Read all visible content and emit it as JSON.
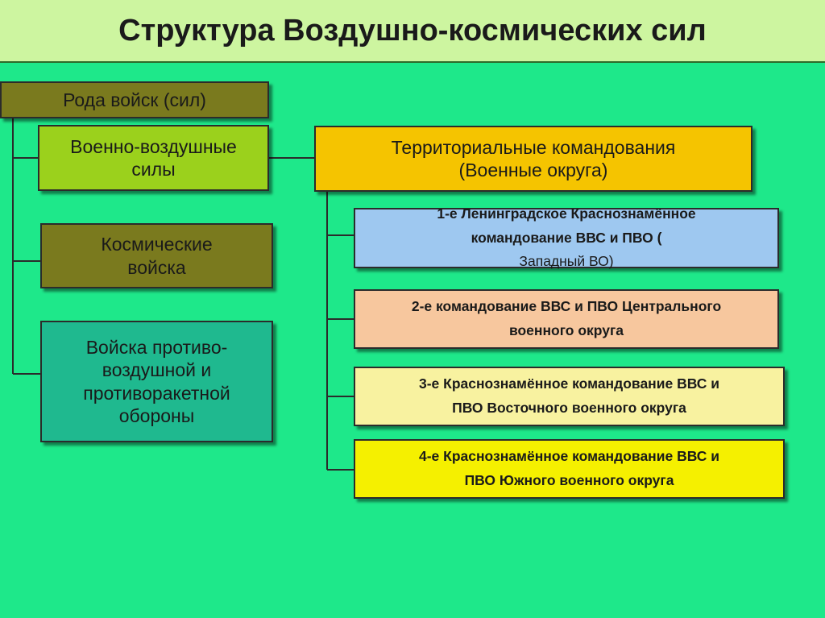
{
  "title": "Структура Воздушно-космических сил",
  "branches": {
    "header": "Рода войск (сил)",
    "items": [
      {
        "lines": [
          "Военно-воздушные",
          "силы"
        ],
        "color": "#9bd11c"
      },
      {
        "lines": [
          "Космические",
          "войска"
        ],
        "color": "#7a7a1e"
      },
      {
        "lines": [
          "Войска противо-",
          "воздушной и",
          "противоракетной",
          "обороны"
        ],
        "color": "#1fb98f"
      }
    ]
  },
  "territorial": {
    "lines": [
      "Территориальные командования",
      "(Военные округа)"
    ],
    "color": "#f5c400",
    "commands": [
      {
        "line1": "1-е Ленинградское Краснознамённое",
        "line2_bold": "командование ВВС и ПВО (",
        "line2_plain": "Западный ВО)",
        "color": "#9ec8f0"
      },
      {
        "line1": "2-е командование ВВС и ПВО Центрального",
        "line2_bold": "военного округа",
        "line2_plain": "",
        "color": "#f7c79e"
      },
      {
        "line1": "3-е Краснознамённое командование ВВС и",
        "line2_bold": "ПВО Восточного военного округа",
        "line2_plain": "",
        "color": "#f8f2a0"
      },
      {
        "line1": "4-е Краснознамённое командование ВВС и",
        "line2_bold": "ПВО Южного военного округа",
        "line2_plain": "",
        "color": "#f5f000"
      }
    ]
  },
  "colors": {
    "background": "#1ee88a",
    "title_bar": "#cdf5a0",
    "branches_header": "#7a7a1e"
  }
}
